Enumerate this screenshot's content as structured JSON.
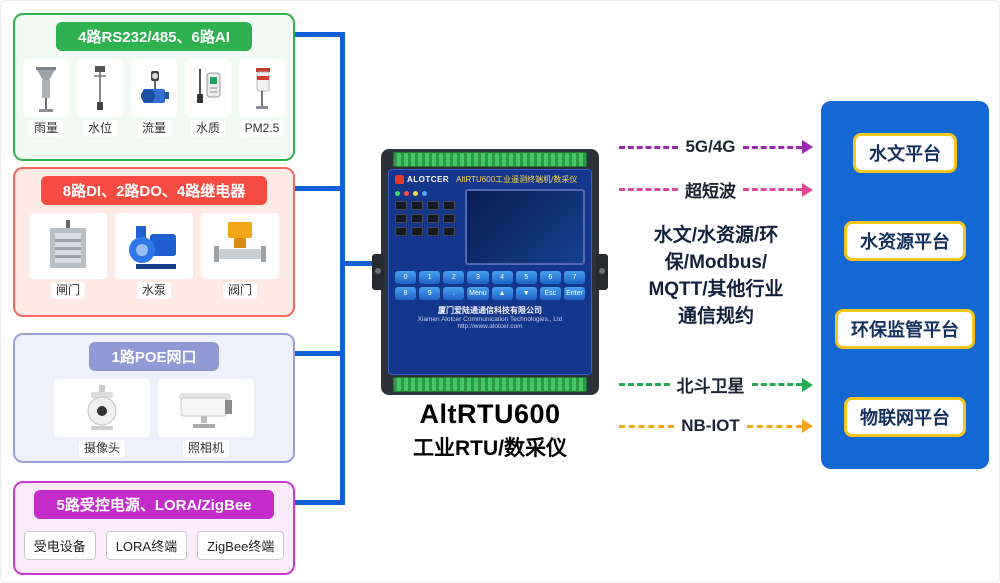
{
  "left_groups": [
    {
      "title": "4路RS232/485、6路AI",
      "items": [
        {
          "label": "雨量"
        },
        {
          "label": "水位"
        },
        {
          "label": "流量"
        },
        {
          "label": "水质"
        },
        {
          "label": "PM2.5"
        }
      ]
    },
    {
      "title": "8路DI、2路DO、4路继电器",
      "items": [
        {
          "label": "闸门"
        },
        {
          "label": "水泵"
        },
        {
          "label": "阀门"
        }
      ]
    },
    {
      "title": "1路POE网口",
      "items": [
        {
          "label": "摄像头"
        },
        {
          "label": "照相机"
        }
      ]
    },
    {
      "title": "5路受控电源、LORA/ZigBee",
      "items": [
        {
          "label": "受电设备"
        },
        {
          "label": "LORA终端"
        },
        {
          "label": "ZigBee终端"
        }
      ]
    }
  ],
  "device": {
    "brand": "ALOTCER",
    "panel_title": "AltRTU600工业遥测终端机/数采仪",
    "company_cn": "厦门爱陆通通信科技有限公司",
    "company_en": "Xiamen Alotcer Communication Technologies., Ltd",
    "company_url": "http://www.alotcer.com",
    "keys": [
      "0",
      "1",
      "2",
      "3",
      "4",
      "5",
      "6",
      "7",
      "8",
      "9",
      ".",
      "Menu",
      "▲",
      "▼",
      "Esc",
      "Enter"
    ],
    "name": "AltRTU600",
    "subtitle": "工业RTU/数采仪"
  },
  "channels": [
    {
      "label": "5G/4G",
      "color": "#9c27b0"
    },
    {
      "label": "超短波",
      "color": "#e0489a"
    },
    {
      "label": "北斗卫星",
      "color": "#23a94f"
    },
    {
      "label": "NB-IOT",
      "color": "#f2a71b"
    }
  ],
  "protocol_note": "水文/水资源/环\n保/Modbus/\nMQTT/其他行业\n通信规约",
  "platforms": [
    {
      "label": "水文平台"
    },
    {
      "label": "水资源平台"
    },
    {
      "label": "环保监管平台"
    },
    {
      "label": "物联网平台"
    }
  ],
  "colors": {
    "wire": "#1060d8",
    "panel_blue": "#1468d4",
    "platform_border": "#f4c51b"
  }
}
